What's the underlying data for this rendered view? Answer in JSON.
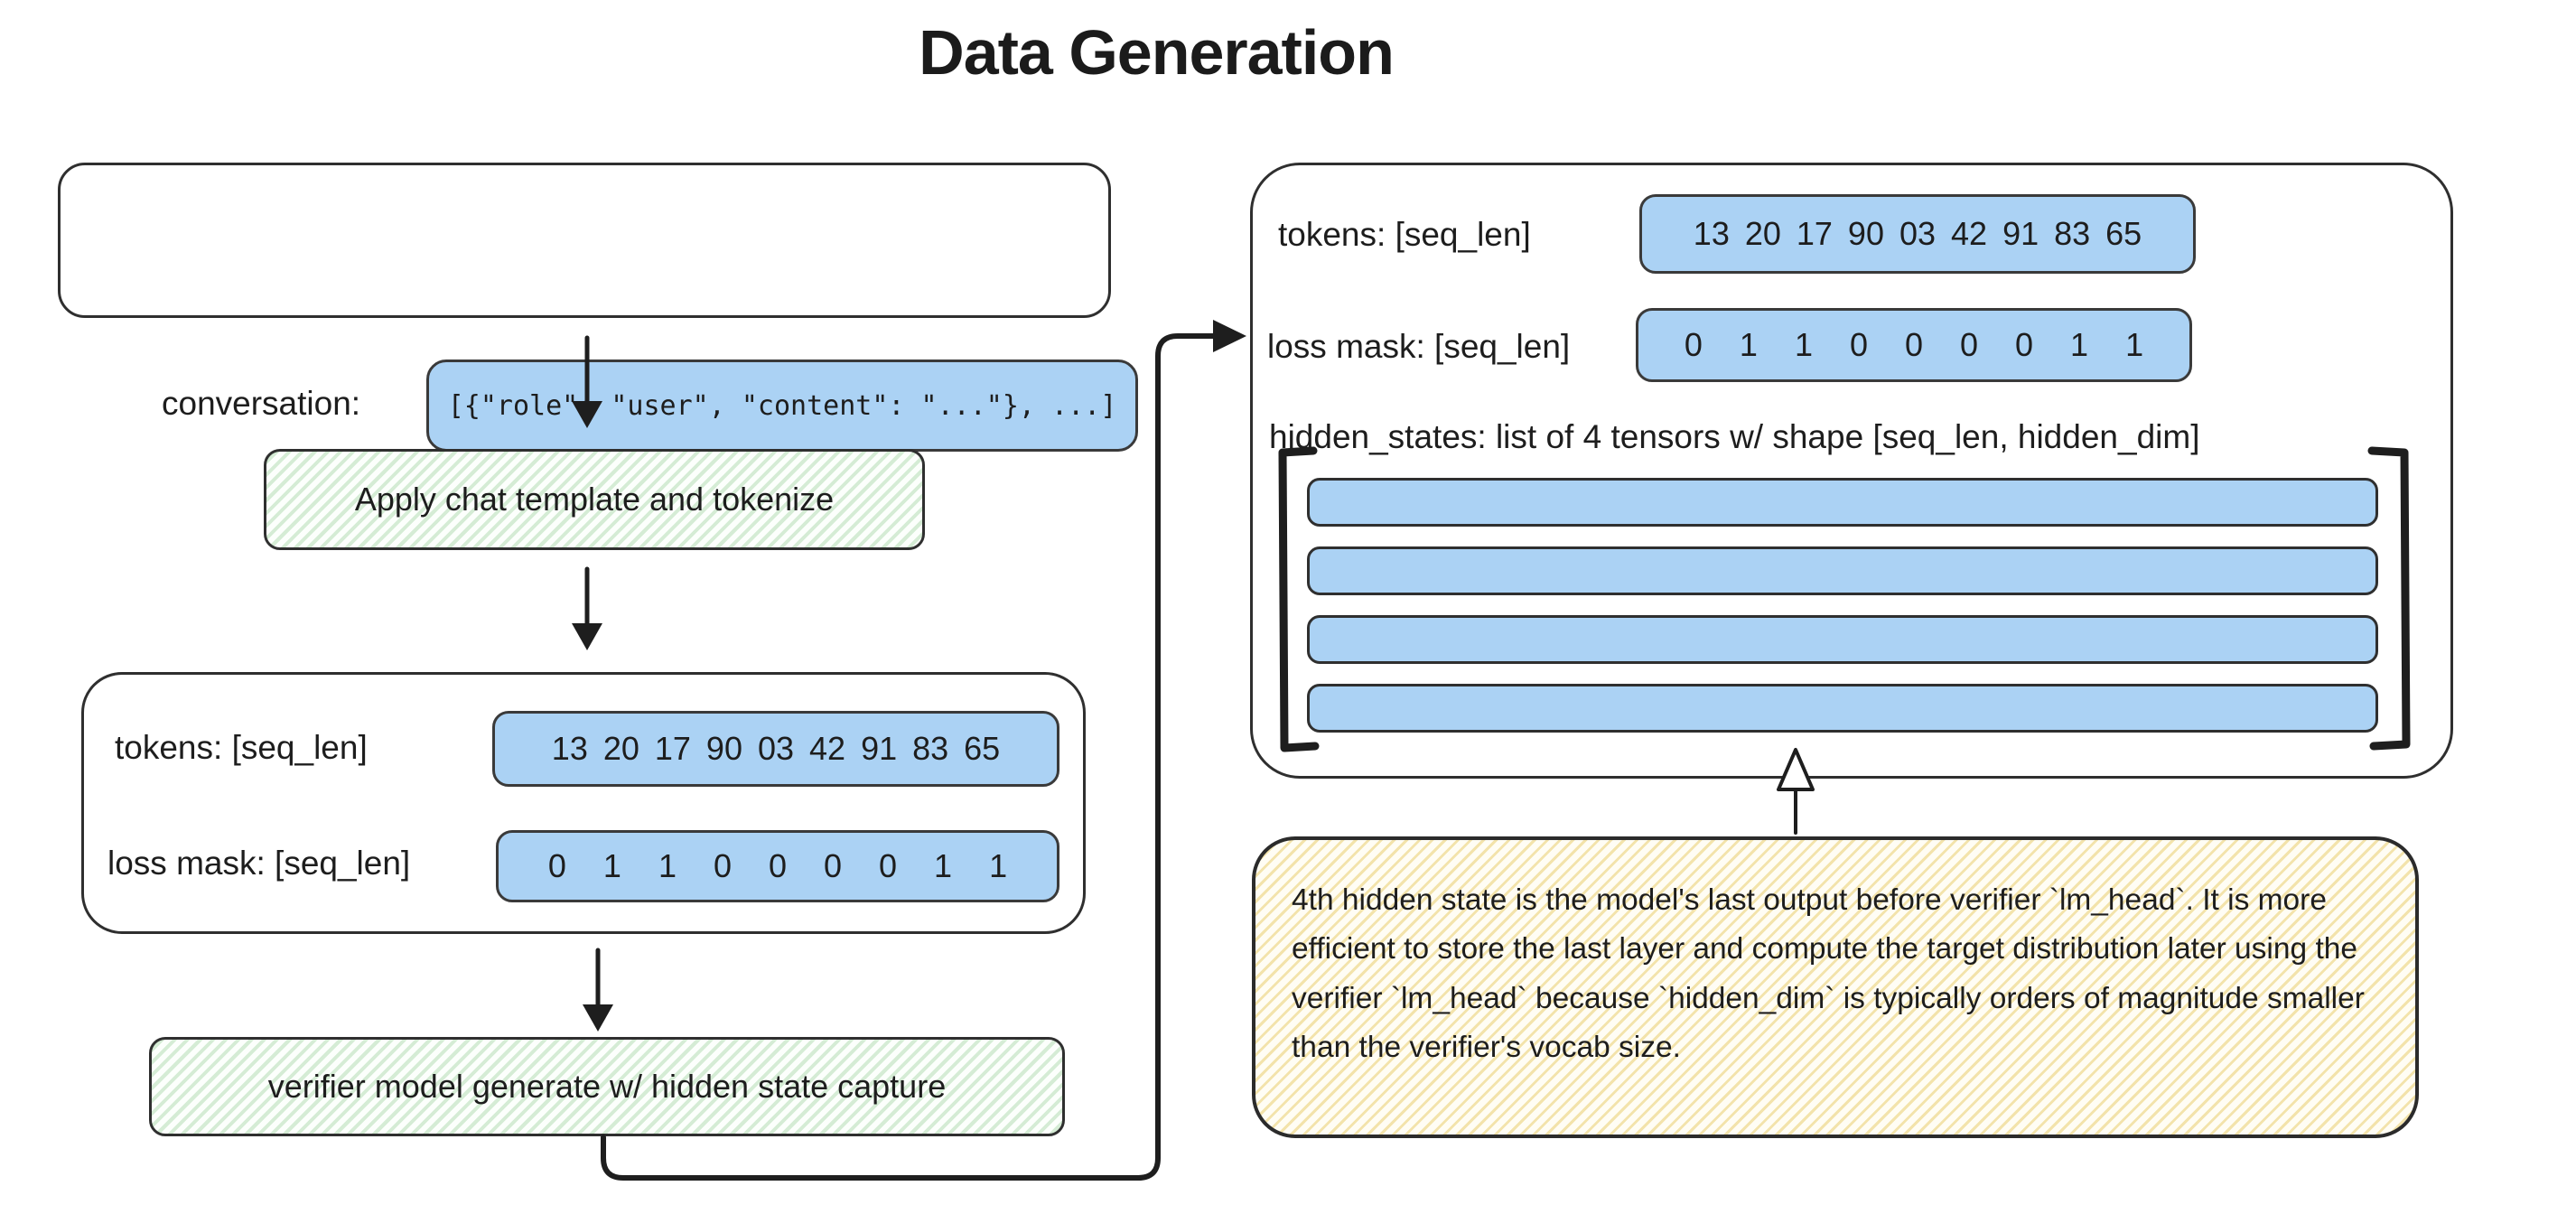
{
  "title": "Data Generation",
  "left_flow": {
    "conversation_box": {
      "label": "conversation:",
      "code": "[{\"role\": \"user\", \"content\": \"...\"}, ...]"
    },
    "step_apply": {
      "label": "Apply chat template and tokenize"
    },
    "tensor_box": {
      "tokens_label": "tokens: [seq_len]",
      "tokens_values": "13 20 17 90 03 42 91 83 65",
      "loss_mask_label": "loss mask: [seq_len]",
      "loss_mask_values": "0 1 1 0 0 0 0 1 1"
    },
    "step_generate": {
      "label": "verifier model generate w/ hidden state capture"
    }
  },
  "right_panel": {
    "tokens_label": "tokens: [seq_len]",
    "tokens_values": "13 20 17 90 03 42 91 83 65",
    "loss_mask_label": "loss mask: [seq_len]",
    "loss_mask_values": "0 1 1 0 0 0 0 1 1",
    "hidden_states_label": "hidden_states: list of 4 tensors w/ shape [seq_len, hidden_dim]",
    "hidden_states_tensor_count": 4
  },
  "note_box": {
    "text": "4th hidden state is the model's last output before verifier `lm_head`. It is more efficient to store the last layer and compute the target distribution later using the verifier `lm_head` because `hidden_dim` is typically orders of magnitude smaller than the verifier's vocab size."
  },
  "colors": {
    "tensor_fill": "#abd2f4",
    "process_stripe": "#d5ecd5",
    "note_stripe": "#f3e3ab",
    "line": "#1e1e1e"
  }
}
